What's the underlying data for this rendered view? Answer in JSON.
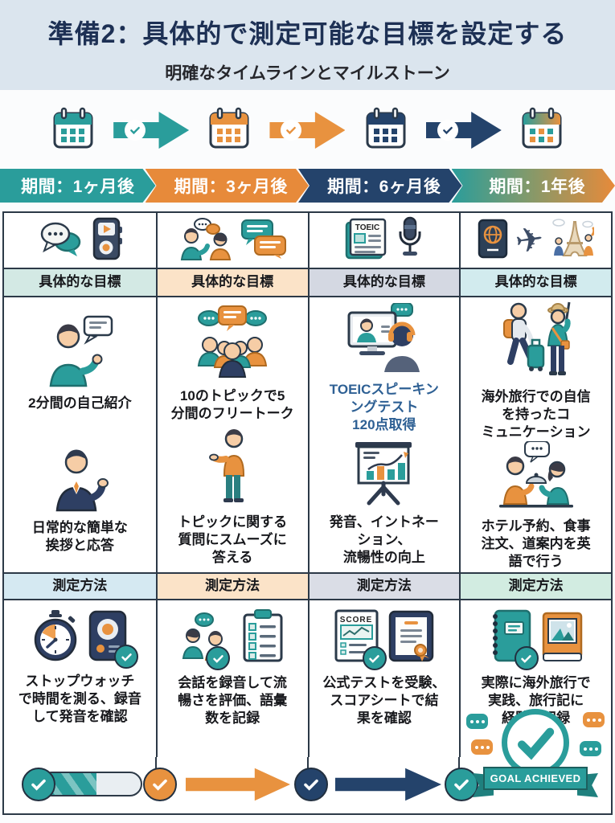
{
  "header": {
    "title": "準備2：具体的で測定可能な目標を設定する",
    "subtitle": "明確なタイムラインとマイルストーン"
  },
  "timeline": {
    "banners": [
      {
        "label": "期間：1ヶ月後",
        "color": "#2a9d9b"
      },
      {
        "label": "期間：3ヶ月後",
        "color": "#e78a3a"
      },
      {
        "label": "期間：6ヶ月後",
        "color": "#24436b"
      },
      {
        "label": "期間：1年後",
        "color": "gradient-teal-orange"
      }
    ],
    "calendar_icons": [
      "calendar-teal-icon",
      "calendar-orange-icon",
      "calendar-navy-icon",
      "calendar-gradient-icon"
    ],
    "arrow_icons": [
      "teal-check-arrow-icon",
      "orange-check-arrow-icon",
      "navy-check-arrow-icon"
    ]
  },
  "table": {
    "goal_header": "具体的な目標",
    "measure_header": "測定方法",
    "columns": [
      {
        "topic_icons": [
          "chat-bubbles-icon",
          "voice-recorder-icon"
        ],
        "goals": [
          {
            "icon": "person-presenting-icon",
            "text": "2分間の自己紹介"
          },
          {
            "icon": "businessman-icon",
            "text": "日常的な簡単な\n挨拶と応答"
          }
        ],
        "measure": {
          "icons": [
            "stopwatch-icon",
            "speaker-check-icon"
          ],
          "text": "ストップウォッチ\nで時間を測る、録音\nして発音を確認"
        }
      },
      {
        "topic_icons": [
          "people-talking-icon",
          "chat-messages-icon"
        ],
        "goals": [
          {
            "icon": "group-discussion-icon",
            "text": "10のトピックで5\n分間のフリートーク"
          },
          {
            "icon": "standing-person-icon",
            "text": "トピックに関する\n質問にスムーズに\n答える"
          }
        ],
        "measure": {
          "icons": [
            "conversation-check-icon",
            "checklist-icon"
          ],
          "text": "会話を録音して流\n暢さを評価、語彙\n数を記録"
        }
      },
      {
        "topic_icons": [
          "toeic-book-icon",
          "microphone-icon"
        ],
        "goals": [
          {
            "icon": "online-lesson-icon",
            "text": "TOEICスピーキン\nングテスト\n120点取得",
            "highlight": true
          },
          {
            "icon": "chart-presentation-icon",
            "text": "発音、イントネー\nション、\n流暢性の向上"
          }
        ],
        "measure": {
          "icons": [
            "score-sheet-icon",
            "certificate-icon"
          ],
          "text": "公式テストを受験、\nスコアシートで結\n果を確認"
        }
      },
      {
        "topic_icons": [
          "passport-icon",
          "airplane-icon",
          "landmark-travelers-icon"
        ],
        "goals": [
          {
            "icon": "travelers-icon",
            "text": "海外旅行での自信\nを持ったコ\nミュニケーション"
          },
          {
            "icon": "restaurant-conversation-icon",
            "text": "ホテル予約、食事\n注文、道案内を英\n語で行う"
          }
        ],
        "measure": {
          "icons": [
            "travel-journal-icon",
            "photo-album-icon"
          ],
          "text": "実際に海外旅行で\n実践、旅行記に\n経験を記録"
        }
      }
    ]
  },
  "footer": {
    "progress_steps": [
      "teal-check-progress-bar",
      "orange-check",
      "orange-arrow",
      "navy-check",
      "navy-arrow",
      "teal-check",
      "goal-badge"
    ],
    "goal_badge_label": "GOAL ACHIEVED"
  },
  "colors": {
    "teal": "#2a9d9b",
    "orange": "#e8923f",
    "navy": "#24436b",
    "title_navy": "#1d3054",
    "header_bg": "#dbe5ee",
    "highlight_blue": "#2e6094",
    "table_border": "#2c3947"
  }
}
